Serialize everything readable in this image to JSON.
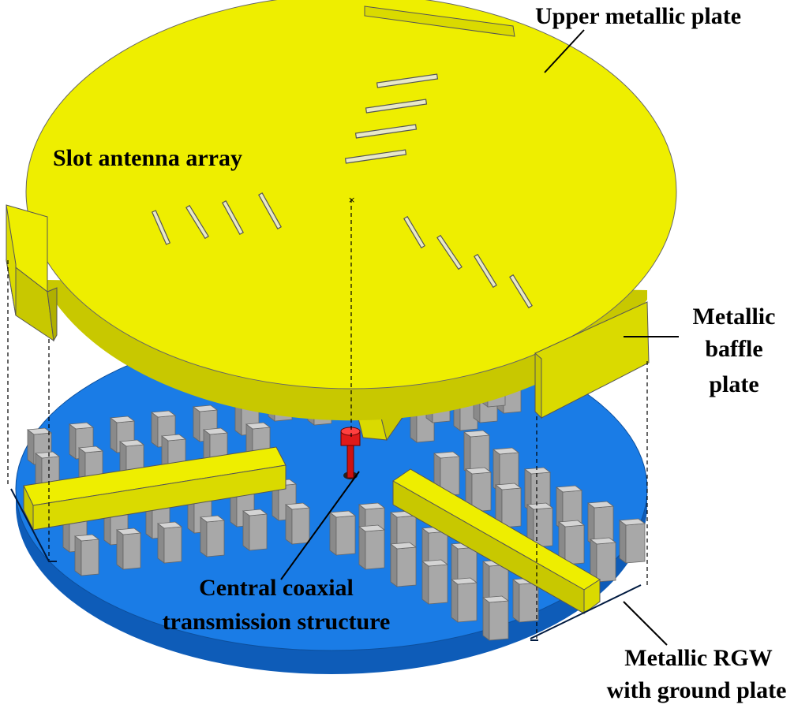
{
  "labels": {
    "upper_plate": "Upper metallic plate",
    "slot_array": "Slot antenna array",
    "baffle_line1": "Metallic",
    "baffle_line2": "baffle",
    "baffle_line3": "plate",
    "coax_line1": "Central coaxial",
    "coax_line2": "transmission structure",
    "rgw_line1": "Metallic RGW",
    "rgw_line2": "with ground plate"
  },
  "colors": {
    "yellow": "#EEEE00",
    "yellow_side": "#C8C800",
    "blue": "#1A7CE6",
    "blue_side": "#0E5CB8",
    "pin_top": "#D4D4D4",
    "pin_front": "#A8A8A8",
    "pin_side": "#8A8A8A",
    "coax_red": "#E01A1A"
  }
}
